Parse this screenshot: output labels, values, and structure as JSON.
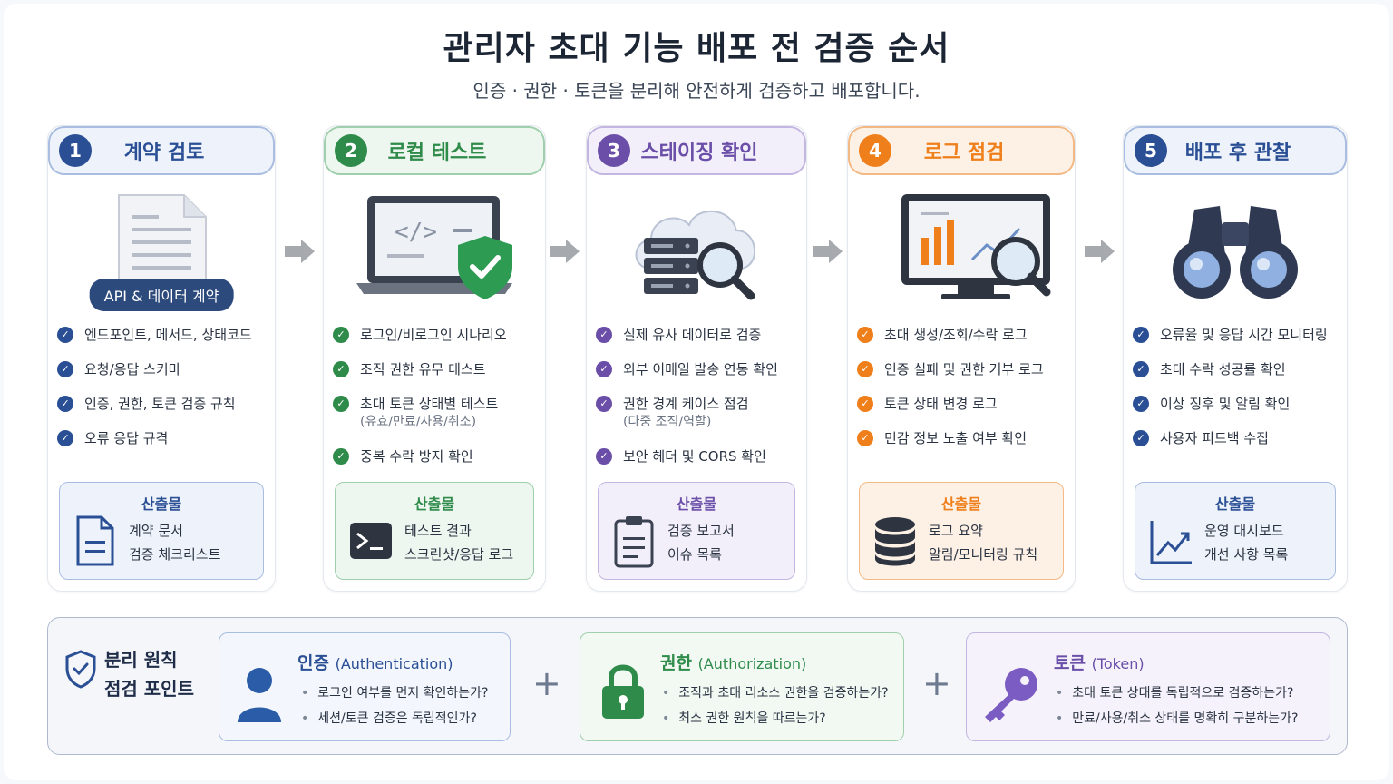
{
  "title": "관리자 초대 기능 배포 전 검증 순서",
  "subtitle": "인증 · 권한 · 토큰을 분리해 안전하게 검증하고 배포합니다.",
  "colors": {
    "blue": "#2a4f95",
    "green": "#2e8b4a",
    "purple": "#6a4ea8",
    "orange": "#ef7f1a",
    "navy": "#2d4a7c"
  },
  "steps": [
    {
      "number": "1",
      "label": "계약 검토",
      "tag": "API & 데이터 계약",
      "checks": [
        {
          "text": "엔드포인트, 메서드, 상태코드"
        },
        {
          "text": "요청/응답 스키마"
        },
        {
          "text": "인증, 권한, 토큰 검증 규칙"
        },
        {
          "text": "오류 응답 규격"
        }
      ],
      "output_title": "산출물",
      "outputs": [
        "계약 문서",
        "검증 체크리스트"
      ]
    },
    {
      "number": "2",
      "label": "로컬 테스트",
      "checks": [
        {
          "text": "로그인/비로그인 시나리오"
        },
        {
          "text": "조직 권한 유무 테스트"
        },
        {
          "text": "초대 토큰 상태별 테스트",
          "sub": "(유효/만료/사용/취소)"
        },
        {
          "text": "중복 수락 방지 확인"
        }
      ],
      "output_title": "산출물",
      "outputs": [
        "테스트 결과",
        "스크린샷/응답 로그"
      ]
    },
    {
      "number": "3",
      "label": "스테이징 확인",
      "checks": [
        {
          "text": "실제 유사 데이터로 검증"
        },
        {
          "text": "외부 이메일 발송 연동 확인"
        },
        {
          "text": "권한 경계 케이스 점검",
          "sub": "(다중 조직/역할)"
        },
        {
          "text": "보안 헤더 및 CORS 확인"
        }
      ],
      "output_title": "산출물",
      "outputs": [
        "검증 보고서",
        "이슈 목록"
      ]
    },
    {
      "number": "4",
      "label": "로그 점검",
      "checks": [
        {
          "text": "초대 생성/조회/수락 로그"
        },
        {
          "text": "인증 실패 및 권한 거부 로그"
        },
        {
          "text": "토큰 상태 변경 로그"
        },
        {
          "text": "민감 정보 노출 여부 확인"
        }
      ],
      "output_title": "산출물",
      "outputs": [
        "로그 요약",
        "알림/모니터링 규칙"
      ]
    },
    {
      "number": "5",
      "label": "배포 후 관찰",
      "checks": [
        {
          "text": "오류율 및 응답 시간 모니터링"
        },
        {
          "text": "초대 수락 성공률 확인"
        },
        {
          "text": "이상 징후 및 알림 확인"
        },
        {
          "text": "사용자 피드백 수집"
        }
      ],
      "output_title": "산출물",
      "outputs": [
        "운영 대시보드",
        "개선 사항 목록"
      ]
    }
  ],
  "principles": {
    "title_line1": "분리 원칙",
    "title_line2": "점검 포인트",
    "plus": "+",
    "cards": [
      {
        "label": "인증",
        "en": "(Authentication)",
        "items": [
          "로그인 여부를 먼저 확인하는가?",
          "세션/토큰 검증은 독립적인가?"
        ]
      },
      {
        "label": "권한",
        "en": "(Authorization)",
        "items": [
          "조직과 초대 리소스 권한을 검증하는가?",
          "최소 권한 원칙을 따르는가?"
        ]
      },
      {
        "label": "토큰",
        "en": "(Token)",
        "items": [
          "초대 토큰 상태를 독립적으로 검증하는가?",
          "만료/사용/취소 상태를 명확히 구분하는가?"
        ]
      }
    ]
  }
}
